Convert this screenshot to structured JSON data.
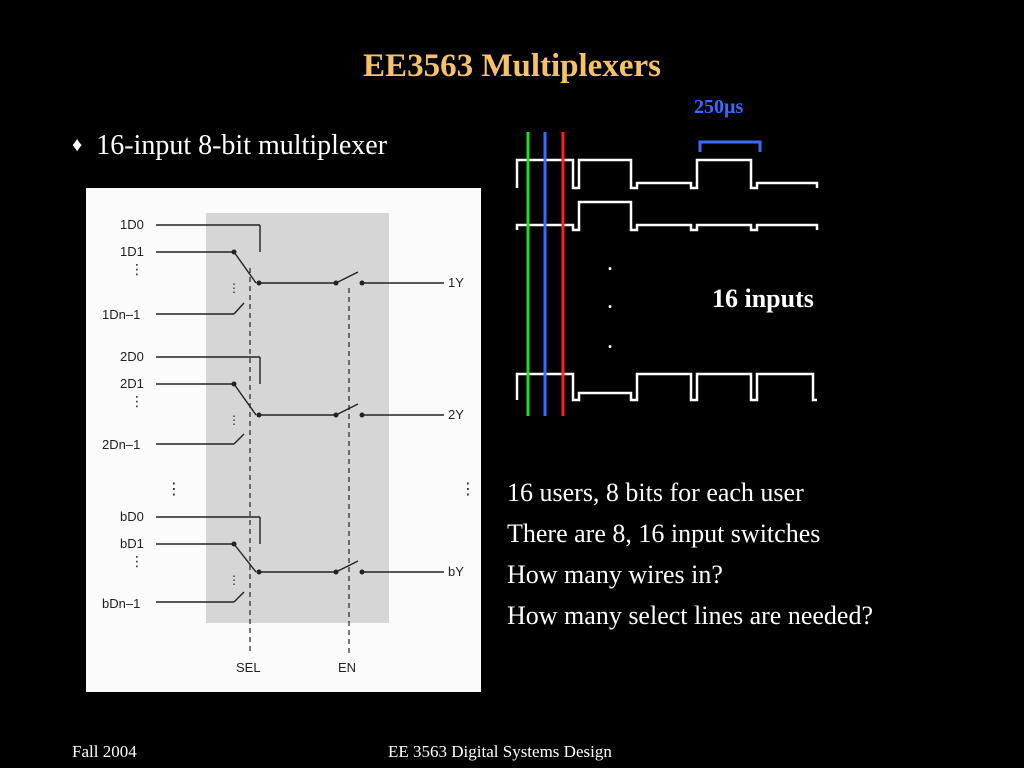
{
  "slide": {
    "title": "EE3563 Multiplexers",
    "bullet_text": "16-input 8-bit multiplexer",
    "bullet_symbol": "♦"
  },
  "timing": {
    "period_label": "250µs",
    "inputs_label": "16 inputs",
    "dot": "."
  },
  "figure": {
    "labels": {
      "d1_0": "1D0",
      "d1_1": "1D1",
      "d1_n": "1Dn–1",
      "y1": "1Y",
      "d2_0": "2D0",
      "d2_1": "2D1",
      "d2_n": "2Dn–1",
      "y2": "2Y",
      "db_0": "bD0",
      "db_1": "bD1",
      "db_n": "bDn–1",
      "yb": "bY",
      "sel": "SEL",
      "en": "EN",
      "vdot": "·"
    }
  },
  "questions": [
    "16 users, 8 bits for each user",
    "There are 8, 16 input switches",
    "How many wires in?",
    "How many select lines are needed?"
  ],
  "footer": {
    "left": "Fall 2004",
    "center": "EE 3563 Digital Systems Design"
  },
  "colors": {
    "title": "#f5c26b",
    "accent_blue": "#3a6bff",
    "line_green": "#22dd22",
    "line_blue": "#3a6bff",
    "line_red": "#ff2222",
    "background": "#000000",
    "figure_background": "#fbfbfb",
    "figure_shade": "#d9d9d9"
  }
}
